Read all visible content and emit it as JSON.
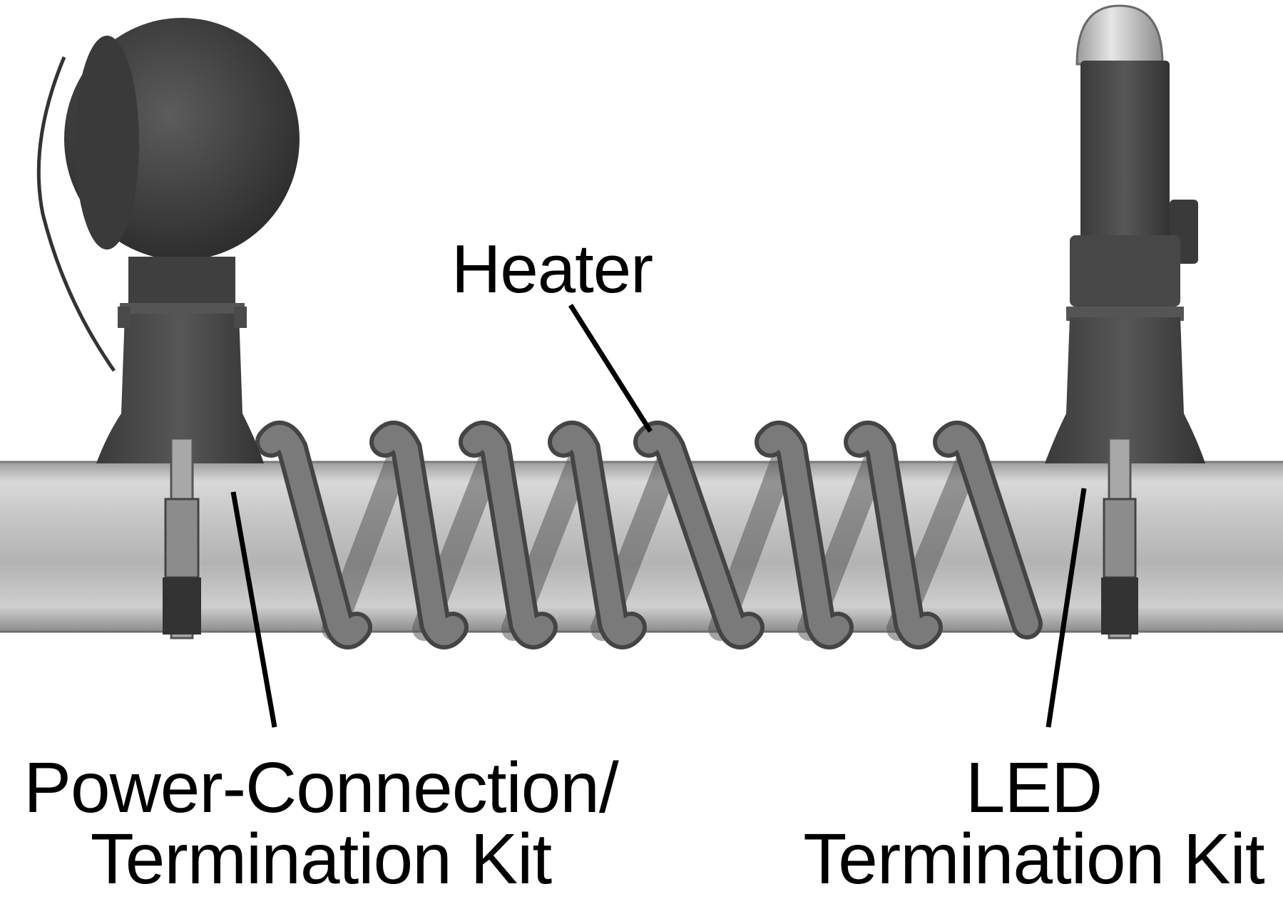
{
  "labels": {
    "heater": "Heater",
    "power_line1": "Power-Connection/",
    "power_line2": "Termination Kit",
    "led_line1": "LED",
    "led_line2": "Termination Kit"
  },
  "colors": {
    "pipe": "#bdbdbd",
    "pipe_dark": "#8f8f8f",
    "pipe_light": "#e2e2e2",
    "heater_cable": "#6e6e6e",
    "kit_body": "#4a4a4a",
    "clamp": "#a8a8a8",
    "led_dome": "#cfcfcf",
    "leader": "#000000"
  }
}
